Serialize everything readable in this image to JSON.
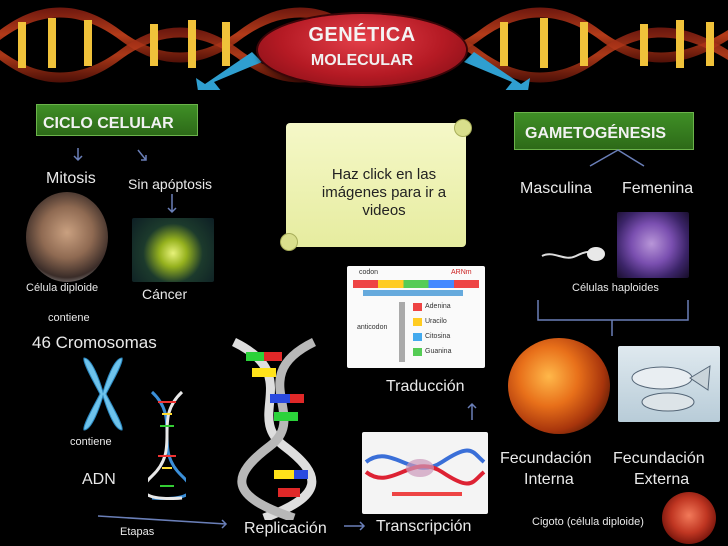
{
  "title": {
    "line1": "GENÉTICA",
    "line2": "MOLECULAR"
  },
  "instruction": "Haz click en las imágenes para ir a videos",
  "left": {
    "header": "CICLO CELULAR",
    "mitosis": "Mitosis",
    "sin_apoptosis": "Sin apóptosis",
    "celula_diploide": "Célula diploide",
    "cancer": "Cáncer",
    "contiene1": "contiene",
    "cromosomas": "46 Cromosomas",
    "contiene2": "contiene",
    "adn": "ADN",
    "etapas": "Etapas"
  },
  "center": {
    "replicacion": "Replicación",
    "transcripcion": "Transcripción",
    "traduccion": "Traducción",
    "translation_table": {
      "codon": "codon",
      "arnm": "ARNm",
      "anticodon": "anticodon",
      "bases": [
        "Adenina",
        "Uracilo",
        "Citosina",
        "Guanina"
      ]
    }
  },
  "right": {
    "header": "GAMETOGÉNESIS",
    "masculina": "Masculina",
    "femenina": "Femenina",
    "haploides": "Células haploides",
    "fec_interna_1": "Fecundación",
    "fec_interna_2": "Interna",
    "fec_externa_1": "Fecundación",
    "fec_externa_2": "Externa",
    "cigoto": "Cigoto (célula diploide)"
  },
  "colors": {
    "accent_red": "#c0202a",
    "label_green": "#3f8f26",
    "arrow_blue": "#2f9fd0",
    "scroll_yellow": "#eef2b5"
  },
  "icons": [
    "dna-banner",
    "arrow-left-icon",
    "arrow-right-icon",
    "scroll-icon"
  ]
}
